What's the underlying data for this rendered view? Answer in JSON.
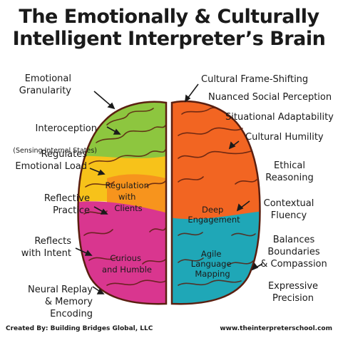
{
  "title": {
    "line1": "The Emotionally & Culturally",
    "line2": "Intelligent Interpreter’s Brain"
  },
  "left_labels": [
    {
      "text": "Emotional\nGranularity"
    },
    {
      "text": "Interoception",
      "sub": "(Sensing Internal States)"
    },
    {
      "text": "Regulates\nEmotional Load"
    },
    {
      "text": "Reflective\nPractice"
    },
    {
      "text": "Reflects\nwith Intent"
    },
    {
      "text": "Neural Replay\n& Memory Encoding"
    }
  ],
  "right_labels": [
    {
      "text": "Cultural Frame-Shifting"
    },
    {
      "text": "Nuanced Social Perception"
    },
    {
      "text": "Situational Adaptability"
    },
    {
      "text": "Cultural Humility"
    },
    {
      "text": "Ethical\nReasoning"
    },
    {
      "text": "Contextual\nFluency"
    },
    {
      "text": "Balances\nBoundaries\n& Compassion"
    },
    {
      "text": "Expressive\nPrecision"
    }
  ],
  "regions": {
    "regulation": [
      "Regulation",
      "with",
      "Clients"
    ],
    "curious": [
      "Curious",
      "and Humble"
    ],
    "deep": [
      "Deep",
      "Engagement"
    ],
    "agile": [
      "Agile",
      "Language",
      "Mapping"
    ]
  },
  "colors": {
    "green": "#8dc63f",
    "yellow": "#f7c21a",
    "orange": "#f7941d",
    "red_orange": "#f26522",
    "pink": "#d9368f",
    "teal": "#1fa7b7",
    "outline": "#5a1f10"
  },
  "footer": {
    "left": "Created By: Building Bridges Global, LLC",
    "right": "www.theinterpreterschool.com"
  }
}
